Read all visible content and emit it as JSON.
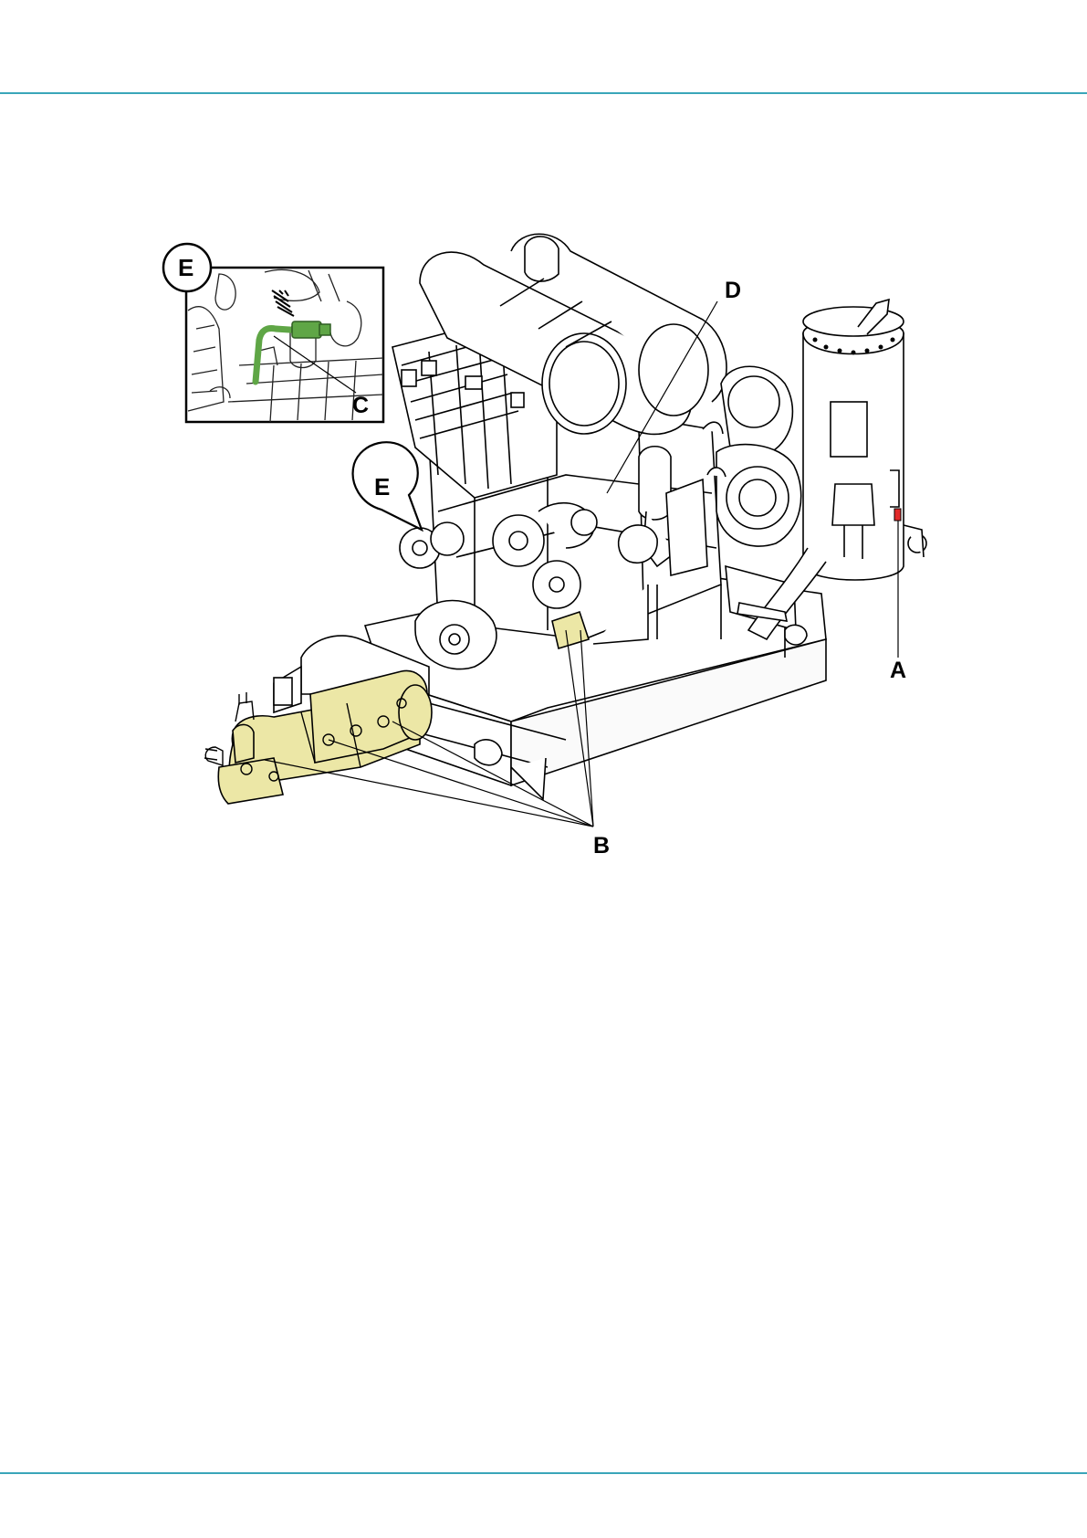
{
  "header_rule_color": "#3aa6b9",
  "figure": {
    "callouts": {
      "A": "A",
      "B": "B",
      "C": "C",
      "D": "D",
      "E_detail": "E",
      "E_pointer": "E"
    },
    "highlight_colors": {
      "hydraulic_pump": "#ece7a6",
      "drain_tube": "#5fa646",
      "indicator": "#e22a2a"
    }
  }
}
